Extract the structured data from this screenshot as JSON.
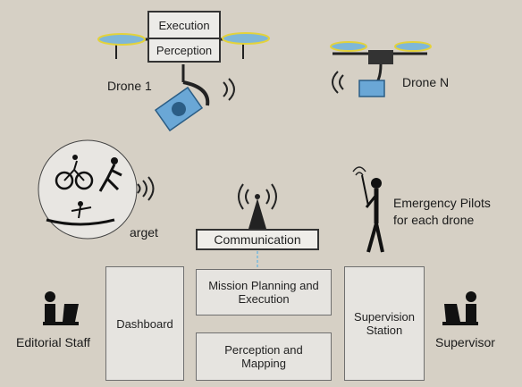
{
  "drone1": {
    "label": "Drone 1",
    "modules": [
      "Execution",
      "Perception"
    ]
  },
  "droneN": {
    "label": "Drone N"
  },
  "target": {
    "label": "arget"
  },
  "emergency": {
    "label_line1": "Emergency Pilots",
    "label_line2": "for each drone"
  },
  "communication": {
    "label": "Communication"
  },
  "mission": {
    "label_line1": "Mission Planning and",
    "label_line2": "Execution"
  },
  "perception_mapping": {
    "label_line1": "Perception and",
    "label_line2": "Mapping"
  },
  "dashboard": {
    "label": "Dashboard"
  },
  "supervision": {
    "label_line1": "Supervision",
    "label_line2": "Station"
  },
  "editorial": {
    "label": "Editorial Staff"
  },
  "supervisor": {
    "label": "Supervisor"
  },
  "colors": {
    "background": "#d6d0c5",
    "propeller": "#7fb7d8",
    "propeller_ring": "#e3d23c",
    "camera_blue": "#6aa7d6"
  }
}
